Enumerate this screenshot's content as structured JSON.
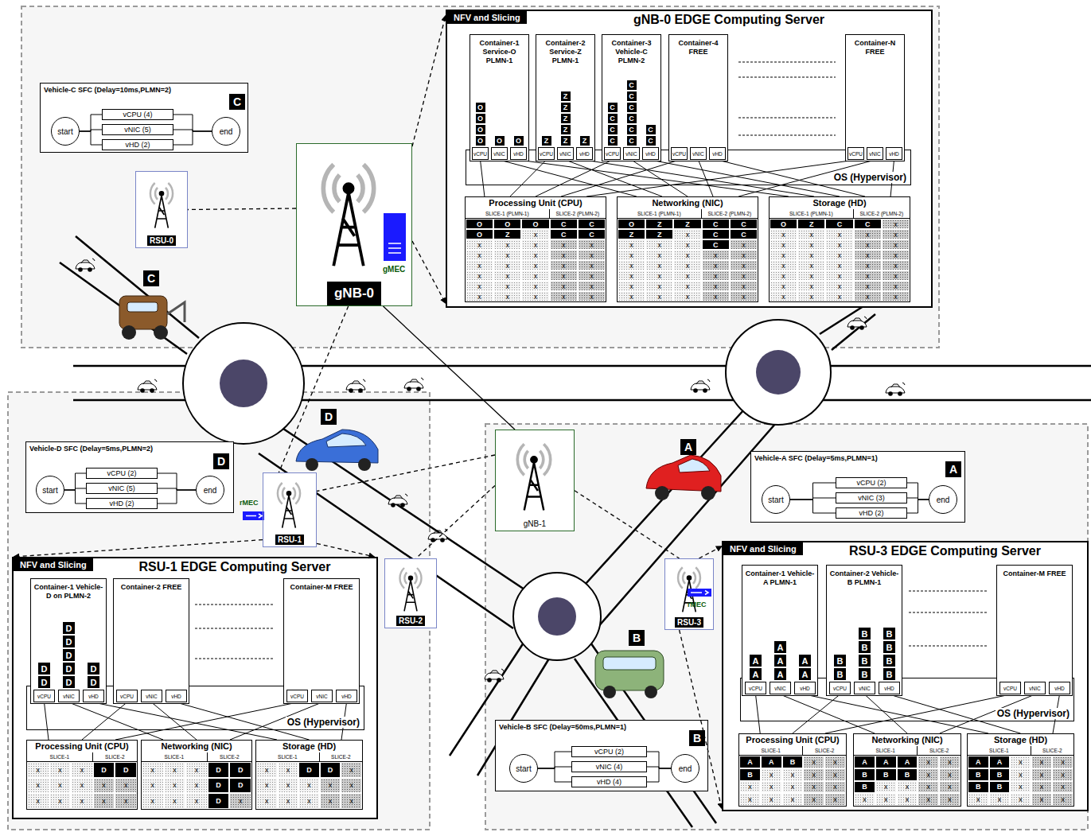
{
  "diagram": {
    "nodes": [
      {
        "text": [
          "NFV and Slicing",
          "gNB-0 EDGE Computing Server"
        ]
      },
      {
        "text": [
          "Container-1 Service-O PLMN-1"
        ],
        "in": 0
      },
      {
        "text": [
          "vCPU"
        ],
        "in": 1
      },
      {
        "text": [
          "vNIC"
        ],
        "in": 1
      },
      {
        "text": [
          "vHD"
        ],
        "in": 1
      },
      {
        "text": [
          "Container-2 Service-Z PLMN-1"
        ],
        "in": 0
      },
      {
        "text": [
          "vCPU"
        ],
        "in": 5
      },
      {
        "text": [
          "vNIC"
        ],
        "in": 5
      },
      {
        "text": [
          "vHD"
        ],
        "in": 5
      },
      {
        "text": [
          "Container-3 Vehicle-C PLMN-2"
        ],
        "in": 0
      },
      {
        "text": [
          "vCPU"
        ],
        "in": 9
      },
      {
        "text": [
          "vNIC"
        ],
        "in": 9
      },
      {
        "text": [
          "vHD"
        ],
        "in": 9
      },
      {
        "text": [
          "Container-4 FREE"
        ],
        "in": 0
      },
      {
        "text": [
          "vCPU"
        ],
        "in": 13
      },
      {
        "text": [
          "vNIC"
        ],
        "in": 13
      },
      {
        "text": [
          "vHD"
        ],
        "in": 13
      },
      {
        "text": [
          "Container-N FREE"
        ],
        "in": 0
      },
      {
        "text": [
          "vCPU"
        ],
        "in": 17
      },
      {
        "text": [
          "vNIC"
        ],
        "in": 17
      },
      {
        "text": [
          "vHD"
        ],
        "in": 17
      },
      {
        "text": [
          "OS (Hypervisor)"
        ],
        "in": 0
      },
      {
        "text": [
          "Processing Unit (CPU)",
          "SLICE-1 (PLMN-1)",
          "SLICE-2 (PLMN-2)"
        ],
        "in": 0
      },
      {
        "text": [
          "Networking (NIC)",
          "SLICE-1 (PLMN-1)",
          "SLICE-2 (PLMN-2)"
        ],
        "in": 0
      },
      {
        "text": [
          "Storage (HD)",
          "SLICE-1 (PLMN-1)",
          "SLICE-2 (PLMN-2)"
        ],
        "in": 0
      },
      {
        "text": [
          "Vehicle-C SFC (Delay=10ms,PLMN=2)"
        ]
      },
      {
        "text": [
          "start"
        ],
        "in": 25
      },
      {
        "text": [
          "vCPU (4)"
        ],
        "in": 25
      },
      {
        "text": [
          "vNIC (5)"
        ],
        "in": 25
      },
      {
        "text": [
          "vHD (2)"
        ],
        "in": 25
      },
      {
        "text": [
          "end"
        ],
        "in": 25
      },
      {
        "text": [
          "C"
        ],
        "in": 25
      },
      {
        "text": [
          "RSU-0"
        ]
      },
      {
        "text": [
          "gMEC",
          "gNB-0"
        ]
      },
      {
        "text": [
          "C"
        ]
      },
      {
        "text": [
          "D"
        ]
      },
      {
        "text": [
          "A"
        ]
      },
      {
        "text": [
          "B"
        ]
      },
      {
        "text": [
          "Vehicle-D SFC (Delay=5ms,PLMN=2)"
        ]
      },
      {
        "text": [
          "start"
        ],
        "in": 38
      },
      {
        "text": [
          "vCPU (2)"
        ],
        "in": 38
      },
      {
        "text": [
          "vNIC (5)"
        ],
        "in": 38
      },
      {
        "text": [
          "vHD (2)"
        ],
        "in": 38
      },
      {
        "text": [
          "end"
        ],
        "in": 38
      },
      {
        "text": [
          "D"
        ],
        "in": 38
      },
      {
        "text": [
          "rMEC",
          "RSU-1"
        ]
      },
      {
        "text": [
          "RSU-2"
        ]
      },
      {
        "text": [
          "gNB-1"
        ]
      },
      {
        "text": [
          "Vehicle-A SFC (Delay=5ms,PLMN=1)"
        ]
      },
      {
        "text": [
          "start"
        ],
        "in": 48
      },
      {
        "text": [
          "vCPU (2)"
        ],
        "in": 48
      },
      {
        "text": [
          "vNIC (3)"
        ],
        "in": 48
      },
      {
        "text": [
          "vHD (2)"
        ],
        "in": 48
      },
      {
        "text": [
          "end"
        ],
        "in": 48
      },
      {
        "text": [
          "A"
        ],
        "in": 48
      },
      {
        "text": [
          "rMEC",
          "RSU-3"
        ]
      },
      {
        "text": [
          "NFV and Slicing",
          "RSU-1 EDGE Computing Server"
        ]
      },
      {
        "text": [
          "Container-1 Vehicle-D on PLMN-2"
        ],
        "in": 56
      },
      {
        "text": [
          "vCPU"
        ],
        "in": 57
      },
      {
        "text": [
          "vNIC"
        ],
        "in": 57
      },
      {
        "text": [
          "vHD"
        ],
        "in": 57
      },
      {
        "text": [
          "Container-2 FREE"
        ],
        "in": 56
      },
      {
        "text": [
          "vCPU"
        ],
        "in": 61
      },
      {
        "text": [
          "vNIC"
        ],
        "in": 61
      },
      {
        "text": [
          "vHD"
        ],
        "in": 61
      },
      {
        "text": [
          "Container-M FREE"
        ],
        "in": 56
      },
      {
        "text": [
          "vCPU"
        ],
        "in": 65
      },
      {
        "text": [
          "vNIC"
        ],
        "in": 65
      },
      {
        "text": [
          "vHD"
        ],
        "in": 65
      },
      {
        "text": [
          "OS (Hypervisor)"
        ],
        "in": 56
      },
      {
        "text": [
          "Processing Unit (CPU)",
          "SLICE-1",
          "SLICE-2"
        ],
        "in": 56
      },
      {
        "text": [
          "Networking (NIC)",
          "SLICE-1",
          "SLICE-2"
        ],
        "in": 56
      },
      {
        "text": [
          "Storage (HD)",
          "SLICE-1",
          "SLICE-2"
        ],
        "in": 56
      },
      {
        "text": [
          "Vehicle-B SFC (Delay=50ms,PLMN=1)"
        ]
      },
      {
        "text": [
          "start"
        ],
        "in": 73
      },
      {
        "text": [
          "vCPU (2)"
        ],
        "in": 73
      },
      {
        "text": [
          "vNIC (4)"
        ],
        "in": 73
      },
      {
        "text": [
          "vHD (4)"
        ],
        "in": 73
      },
      {
        "text": [
          "end"
        ],
        "in": 73
      },
      {
        "text": [
          "B"
        ],
        "in": 73
      },
      {
        "text": [
          "NFV and Slicing",
          "RSU-3 EDGE Computing Server"
        ]
      },
      {
        "text": [
          "Container-1 Vehicle-A PLMN-1"
        ],
        "in": 80
      },
      {
        "text": [
          "vCPU"
        ],
        "in": 81
      },
      {
        "text": [
          "vNIC"
        ],
        "in": 81
      },
      {
        "text": [
          "vHD"
        ],
        "in": 81
      },
      {
        "text": [
          "Container-2 Vehicle-B PLMN-1"
        ],
        "in": 80
      },
      {
        "text": [
          "vCPU"
        ],
        "in": 85
      },
      {
        "text": [
          "vNIC"
        ],
        "in": 85
      },
      {
        "text": [
          "vHD"
        ],
        "in": 85
      },
      {
        "text": [
          "Container-M FREE"
        ],
        "in": 80
      },
      {
        "text": [
          "vCPU"
        ],
        "in": 89
      },
      {
        "text": [
          "vNIC"
        ],
        "in": 89
      },
      {
        "text": [
          "vHD"
        ],
        "in": 89
      },
      {
        "text": [
          "OS (Hypervisor)"
        ],
        "in": 80
      },
      {
        "text": [
          "Processing Unit (CPU)",
          "SLICE-1",
          "SLICE-2"
        ],
        "in": 80
      },
      {
        "text": [
          "Networking (NIC)",
          "SLICE-1",
          "SLICE-2"
        ],
        "in": 80
      },
      {
        "text": [
          "Storage (HD)",
          "SLICE-1",
          "SLICE-2"
        ],
        "in": 80
      }
    ],
    "edges": [
      {
        "from": 2,
        "to": 22,
        "arrow": "none"
      },
      {
        "from": 3,
        "to": 23,
        "arrow": "none"
      },
      {
        "from": 4,
        "to": 24,
        "arrow": "none"
      },
      {
        "from": 6,
        "to": 22,
        "arrow": "none"
      },
      {
        "from": 7,
        "to": 23,
        "arrow": "none"
      },
      {
        "from": 8,
        "to": 24,
        "arrow": "none"
      },
      {
        "from": 10,
        "to": 22,
        "arrow": "none"
      },
      {
        "from": 11,
        "to": 23,
        "arrow": "none"
      },
      {
        "from": 12,
        "to": 24,
        "arrow": "none"
      },
      {
        "from": 14,
        "to": 22,
        "arrow": "none"
      },
      {
        "from": 15,
        "to": 23,
        "arrow": "none"
      },
      {
        "from": 16,
        "to": 24,
        "arrow": "none"
      },
      {
        "from": 18,
        "to": 22,
        "arrow": "none"
      },
      {
        "from": 19,
        "to": 23,
        "arrow": "none"
      },
      {
        "from": 20,
        "to": 24,
        "arrow": "none"
      },
      {
        "from": 58,
        "to": 70,
        "arrow": "none"
      },
      {
        "from": 59,
        "to": 71,
        "arrow": "none"
      },
      {
        "from": 60,
        "to": 72,
        "arrow": "none"
      },
      {
        "from": 62,
        "to": 70,
        "arrow": "none"
      },
      {
        "from": 63,
        "to": 71,
        "arrow": "none"
      },
      {
        "from": 64,
        "to": 72,
        "arrow": "none"
      },
      {
        "from": 66,
        "to": 70,
        "arrow": "none"
      },
      {
        "from": 67,
        "to": 71,
        "arrow": "none"
      },
      {
        "from": 68,
        "to": 72,
        "arrow": "none"
      },
      {
        "from": 82,
        "to": 94,
        "arrow": "none"
      },
      {
        "from": 83,
        "to": 95,
        "arrow": "none"
      },
      {
        "from": 84,
        "to": 96,
        "arrow": "none"
      },
      {
        "from": 86,
        "to": 94,
        "arrow": "none"
      },
      {
        "from": 87,
        "to": 95,
        "arrow": "none"
      },
      {
        "from": 88,
        "to": 96,
        "arrow": "none"
      },
      {
        "from": 90,
        "to": 94,
        "arrow": "none"
      },
      {
        "from": 91,
        "to": 95,
        "arrow": "none"
      },
      {
        "from": 92,
        "to": 96,
        "arrow": "none"
      },
      {
        "from": 26,
        "to": 27,
        "arrow": "none"
      },
      {
        "from": 26,
        "to": 28,
        "arrow": "none"
      },
      {
        "from": 26,
        "to": 29,
        "arrow": "none"
      },
      {
        "from": 27,
        "to": 30,
        "arrow": "none"
      },
      {
        "from": 28,
        "to": 30,
        "arrow": "none"
      },
      {
        "from": 29,
        "to": 30,
        "arrow": "none"
      },
      {
        "from": 39,
        "to": 40,
        "arrow": "none"
      },
      {
        "from": 39,
        "to": 41,
        "arrow": "none"
      },
      {
        "from": 39,
        "to": 42,
        "arrow": "none"
      },
      {
        "from": 40,
        "to": 43,
        "arrow": "none"
      },
      {
        "from": 41,
        "to": 43,
        "arrow": "none"
      },
      {
        "from": 42,
        "to": 43,
        "arrow": "none"
      },
      {
        "from": 49,
        "to": 50,
        "arrow": "none"
      },
      {
        "from": 49,
        "to": 51,
        "arrow": "none"
      },
      {
        "from": 49,
        "to": 52,
        "arrow": "none"
      },
      {
        "from": 50,
        "to": 53,
        "arrow": "none"
      },
      {
        "from": 51,
        "to": 53,
        "arrow": "none"
      },
      {
        "from": 52,
        "to": 53,
        "arrow": "none"
      },
      {
        "from": 74,
        "to": 75,
        "arrow": "none"
      },
      {
        "from": 74,
        "to": 76,
        "arrow": "none"
      },
      {
        "from": 74,
        "to": 77,
        "arrow": "none"
      },
      {
        "from": 75,
        "to": 78,
        "arrow": "none"
      },
      {
        "from": 76,
        "to": 78,
        "arrow": "none"
      },
      {
        "from": 77,
        "to": 78,
        "arrow": "none"
      },
      {
        "from": 33,
        "to": 0,
        "arrow": "to"
      },
      {
        "from": 33,
        "to": 0,
        "arrow": "to"
      },
      {
        "from": 33,
        "to": 32,
        "arrow": "none"
      },
      {
        "from": 33,
        "to": 45,
        "arrow": "none"
      },
      {
        "from": 33,
        "to": 47,
        "arrow": "none"
      },
      {
        "from": 47,
        "to": 45,
        "arrow": "none"
      },
      {
        "from": 47,
        "to": 46,
        "arrow": "none"
      },
      {
        "from": 47,
        "to": 55,
        "arrow": "none"
      },
      {
        "from": 45,
        "to": 56,
        "arrow": "to"
      },
      {
        "from": 45,
        "to": 56,
        "arrow": "to"
      },
      {
        "from": 55,
        "to": 80,
        "arrow": "to"
      },
      {
        "from": 55,
        "to": 80,
        "arrow": "to"
      }
    ],
    "labels": [
      "O",
      "O",
      "O",
      "O",
      "O",
      "O",
      "Z",
      "Z",
      "Z",
      "Z",
      "Z",
      "Z",
      "Z",
      "C",
      "C",
      "C",
      "C",
      "C",
      "C",
      "C",
      "C",
      "C",
      "C",
      "C",
      "C",
      "O",
      "O",
      "O",
      "C",
      "C",
      "O",
      "Z",
      "x",
      "C",
      "C",
      "x",
      "x",
      "x",
      "x",
      "x",
      "x",
      "x",
      "x",
      "x",
      "x",
      "x",
      "x",
      "x",
      "x",
      "x",
      "x",
      "x",
      "x",
      "x",
      "x",
      "x",
      "x",
      "x",
      "x",
      "x",
      "x",
      "x",
      "x",
      "x",
      "x",
      "O",
      "Z",
      "Z",
      "C",
      "C",
      "Z",
      "Z",
      "x",
      "C",
      "C",
      "x",
      "x",
      "x",
      "C",
      "x",
      "x",
      "x",
      "x",
      "x",
      "x",
      "x",
      "x",
      "x",
      "x",
      "x",
      "x",
      "x",
      "x",
      "x",
      "x",
      "x",
      "x",
      "x",
      "x",
      "x",
      "x",
      "x",
      "x",
      "x",
      "x",
      "O",
      "Z",
      "C",
      "C",
      "x",
      "x",
      "x",
      "x",
      "x",
      "x",
      "x",
      "x",
      "x",
      "x",
      "x",
      "x",
      "x",
      "x",
      "x",
      "x",
      "x",
      "x",
      "x",
      "x",
      "x",
      "x",
      "x",
      "x",
      "x",
      "x",
      "x",
      "x",
      "x",
      "x",
      "x",
      "x",
      "x",
      "x",
      "x",
      "x",
      "D",
      "D",
      "D",
      "D",
      "D",
      "D",
      "D",
      "D",
      "D",
      "x",
      "x",
      "x",
      "D",
      "D",
      "x",
      "x",
      "x",
      "x",
      "x",
      "x",
      "x",
      "x",
      "x",
      "x",
      "x",
      "x",
      "x",
      "D",
      "D",
      "x",
      "x",
      "x",
      "D",
      "D",
      "x",
      "x",
      "x",
      "D",
      "x",
      "x",
      "x",
      "D",
      "D",
      "x",
      "x",
      "x",
      "x",
      "x",
      "x",
      "x",
      "x",
      "x",
      "x",
      "x",
      "A",
      "A",
      "A",
      "A",
      "A",
      "A",
      "A",
      "B",
      "B",
      "B",
      "B",
      "B",
      "B",
      "B",
      "B",
      "B",
      "B",
      "A",
      "A",
      "B",
      "x",
      "x",
      "B",
      "x",
      "x",
      "x",
      "x",
      "x",
      "x",
      "x",
      "x",
      "x",
      "x",
      "x",
      "x",
      "x",
      "x",
      "A",
      "A",
      "A",
      "x",
      "x",
      "B",
      "B",
      "B",
      "x",
      "x",
      "B",
      "x",
      "x",
      "x",
      "x",
      "x",
      "x",
      "x",
      "x",
      "x",
      "A",
      "A",
      "x",
      "x",
      "x",
      "B",
      "B",
      "x",
      "x",
      "x",
      "B",
      "B",
      "x",
      "x",
      "x",
      "x",
      "x",
      "x",
      "x",
      "x"
    ]
  }
}
